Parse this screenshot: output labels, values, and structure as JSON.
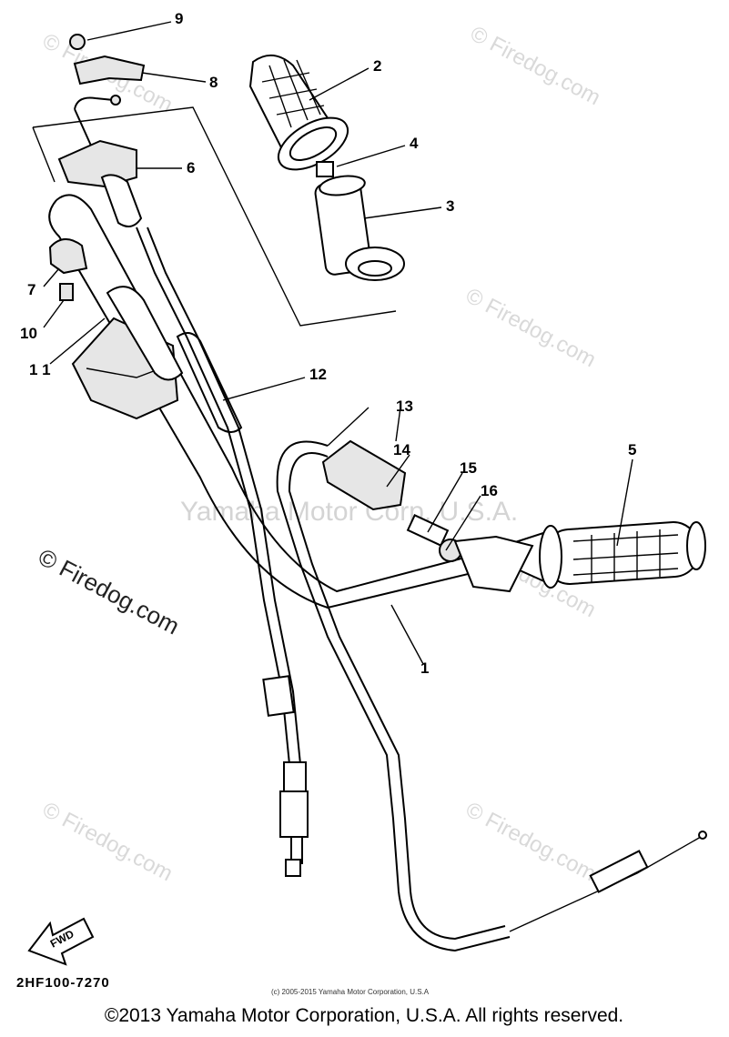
{
  "callouts": [
    {
      "id": "9",
      "label": "9"
    },
    {
      "id": "8",
      "label": "8"
    },
    {
      "id": "2",
      "label": "2"
    },
    {
      "id": "4",
      "label": "4"
    },
    {
      "id": "6",
      "label": "6"
    },
    {
      "id": "3",
      "label": "3"
    },
    {
      "id": "7",
      "label": "7"
    },
    {
      "id": "10",
      "label": "10"
    },
    {
      "id": "11",
      "label": "1 1"
    },
    {
      "id": "12",
      "label": "12"
    },
    {
      "id": "13",
      "label": "13"
    },
    {
      "id": "14",
      "label": "14"
    },
    {
      "id": "15",
      "label": "15"
    },
    {
      "id": "16",
      "label": "16"
    },
    {
      "id": "5",
      "label": "5"
    },
    {
      "id": "1",
      "label": "1"
    }
  ],
  "watermarks": {
    "small": "© Firedog.com",
    "center": "Yamaha Motor Corp, U.S.A.",
    "left": "© Firedog.com"
  },
  "fwd_label": "FWD",
  "diagram_number": "2HF100-7270",
  "fine_copyright": "(c) 2005-2015 Yamaha Motor Corporation, U.S.A",
  "footer_copyright": "©2013 Yamaha Motor Corporation, U.S.A. All rights reserved."
}
